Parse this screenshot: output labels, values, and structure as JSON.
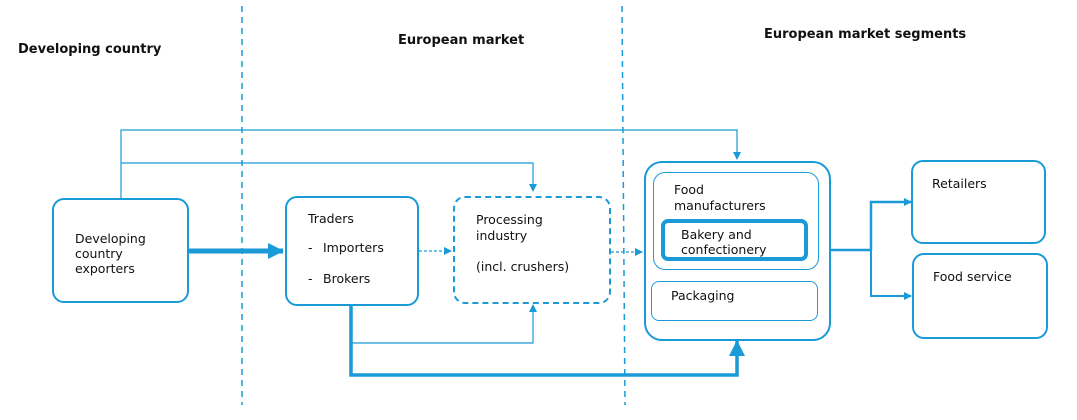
{
  "headings": {
    "developing_country": "Developing country",
    "european_market": "European market",
    "european_market_segments": "European market segments"
  },
  "nodes": {
    "exporters": {
      "line1": "Developing",
      "line2": "country",
      "line3": "exporters"
    },
    "traders": {
      "title": "Traders",
      "item1": "Importers",
      "item2": "Brokers",
      "bullet": "-"
    },
    "processing": {
      "line1": "Processing",
      "line2": "industry",
      "line3": "(incl. crushers)"
    },
    "food_manufacturers": {
      "line1": "Food",
      "line2": "manufacturers"
    },
    "bakery": {
      "line1": "Bakery  and",
      "line2": "confectionery"
    },
    "packaging": {
      "label": "Packaging"
    },
    "retailers": {
      "label": "Retailers"
    },
    "food_service": {
      "label": "Food service"
    }
  },
  "colors": {
    "accent": "#1a9ad6"
  }
}
